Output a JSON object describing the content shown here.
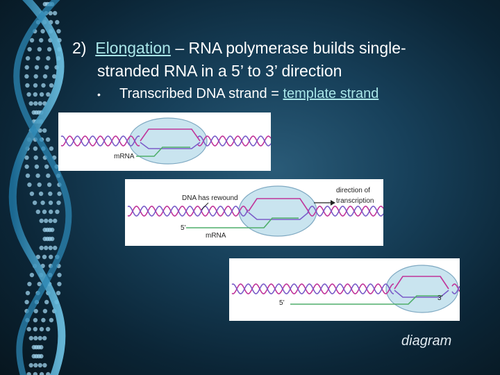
{
  "slide": {
    "number": "2)",
    "term": "Elongation",
    "definition_line1": "– RNA polymerase builds single-",
    "definition_line2": "stranded RNA in a 5’ to 3’ direction",
    "bullet_marker": "•",
    "bullet_text": "Transcribed DNA strand = ",
    "bullet_link": "template strand",
    "caption": "diagram"
  },
  "figures": {
    "panel1": {
      "mrna_label": "mRNA"
    },
    "panel2": {
      "rewound_label": "DNA has rewound",
      "direction_line1": "direction of",
      "direction_line2": "transcription",
      "five_prime": "5’",
      "mrna_label": "mRNA"
    },
    "panel3": {
      "five_prime": "5’",
      "three_prime": "3’"
    }
  },
  "colors": {
    "dna_strand_a": "#c0349a",
    "dna_strand_b": "#7a5cc8",
    "mrna": "#4fae6a",
    "bubble_fill": "#c9e4ef",
    "bubble_stroke": "#7fa9c2"
  }
}
